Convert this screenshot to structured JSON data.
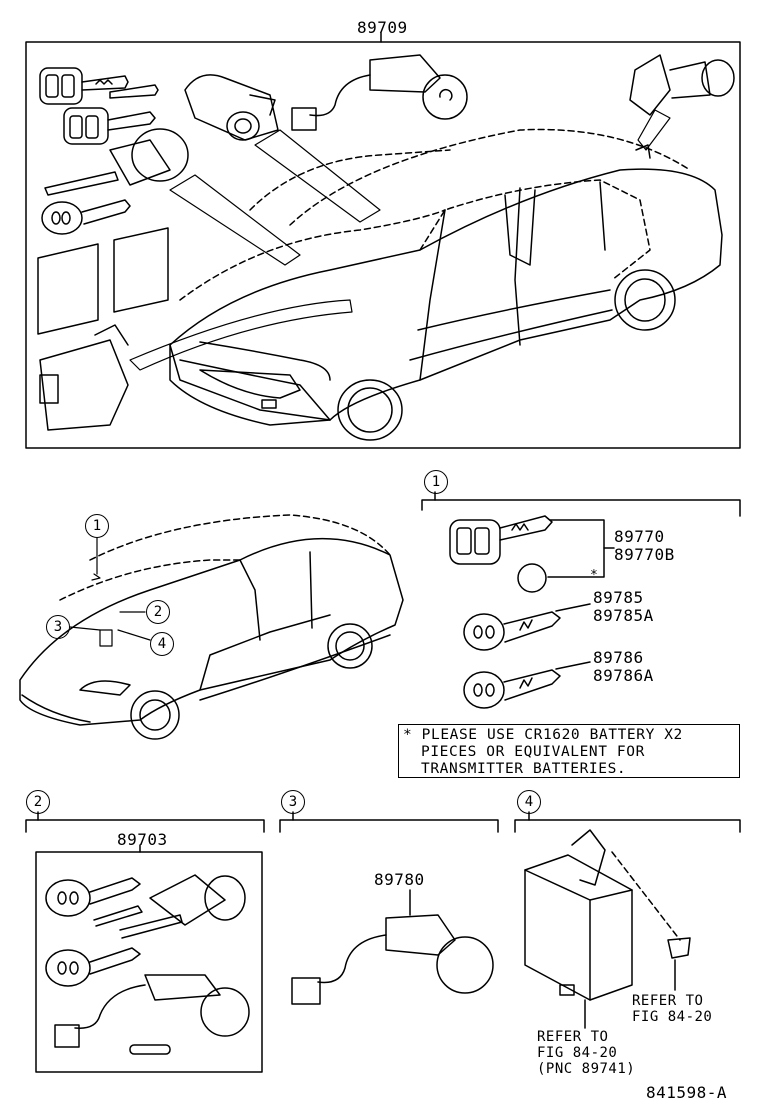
{
  "top_panel": {
    "part_number": "89709"
  },
  "section_1": {
    "number": "1",
    "parts": [
      "89770",
      "89770B",
      "89785",
      "89785A",
      "89786",
      "89786A"
    ],
    "asterisk": "*"
  },
  "note": {
    "lines": [
      "* PLEASE USE CR1620 BATTERY X2",
      "PIECES OR EQUIVALENT FOR",
      "TRANSMITTER BATTERIES."
    ]
  },
  "location_callouts": [
    "1",
    "2",
    "3",
    "4"
  ],
  "section_2": {
    "number": "2",
    "part_number": "89703"
  },
  "section_3": {
    "number": "3",
    "part_number": "89780"
  },
  "section_4": {
    "number": "4",
    "refer_a": [
      "REFER TO",
      "FIG 84-20"
    ],
    "refer_b": [
      "REFER TO",
      "FIG 84-20",
      "(PNC 89741)"
    ]
  },
  "diagram_id": "841598-A"
}
